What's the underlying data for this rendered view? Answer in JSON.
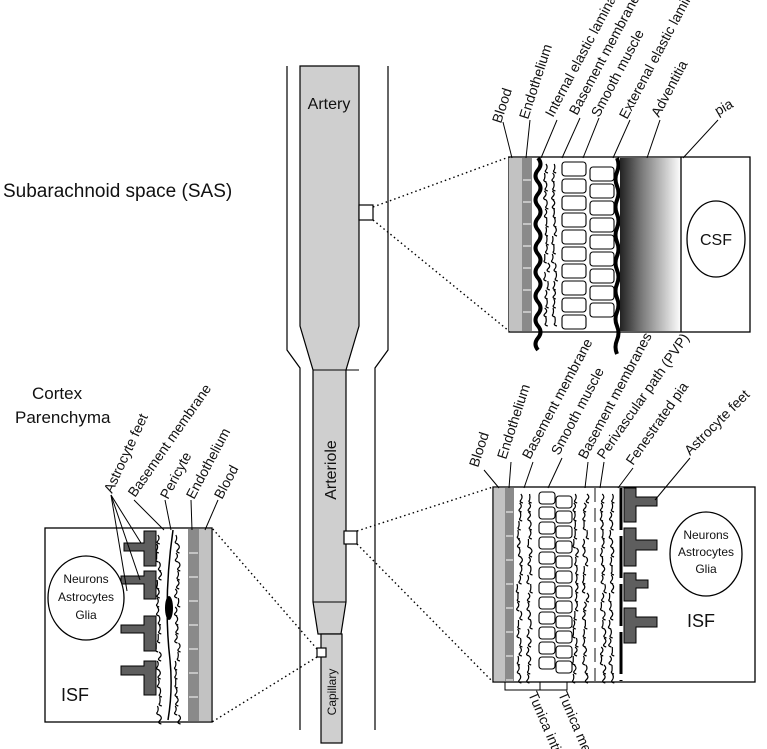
{
  "regions": {
    "sas": "Subarachnoid space (SAS)",
    "cortex_line1": "Cortex",
    "cortex_line2": "Parenchyma"
  },
  "vessel": {
    "artery": "Artery",
    "arteriole": "Arteriole",
    "capillary": "Capillary"
  },
  "artery_inset": {
    "layers": [
      "Blood",
      "Endothelium",
      "Internal elastic lamina",
      "Basement membrane",
      "Smooth muscle",
      "Exterenal elastic lamina",
      "Adventitia",
      "pia"
    ],
    "fluid": "CSF"
  },
  "arteriole_inset": {
    "layers": [
      "Blood",
      "Endothelium",
      "Basement membrane",
      "Smooth muscle",
      "Basement membranes",
      "Perivascular path (PVP)",
      "Fenestrated pia",
      "Astrocyte feet"
    ],
    "cells": [
      "Neurons",
      "Astrocytes",
      "Glia"
    ],
    "fluid": "ISF",
    "bottom": [
      "Tunica intima",
      "Tunica media"
    ]
  },
  "capillary_inset": {
    "layers": [
      "Astrocyte feet",
      "Basement membrane",
      "Pericyte",
      "Endothelium",
      "Blood"
    ],
    "cells": [
      "Neurons",
      "Astrocytes",
      "Glia"
    ],
    "fluid": "ISF"
  },
  "colors": {
    "vessel_fill": "#cfcfcf",
    "blood_fill": "#c2c2c2",
    "endothelium_fill": "#8a8a8a",
    "astrocyte_fill": "#5e5e5e"
  }
}
